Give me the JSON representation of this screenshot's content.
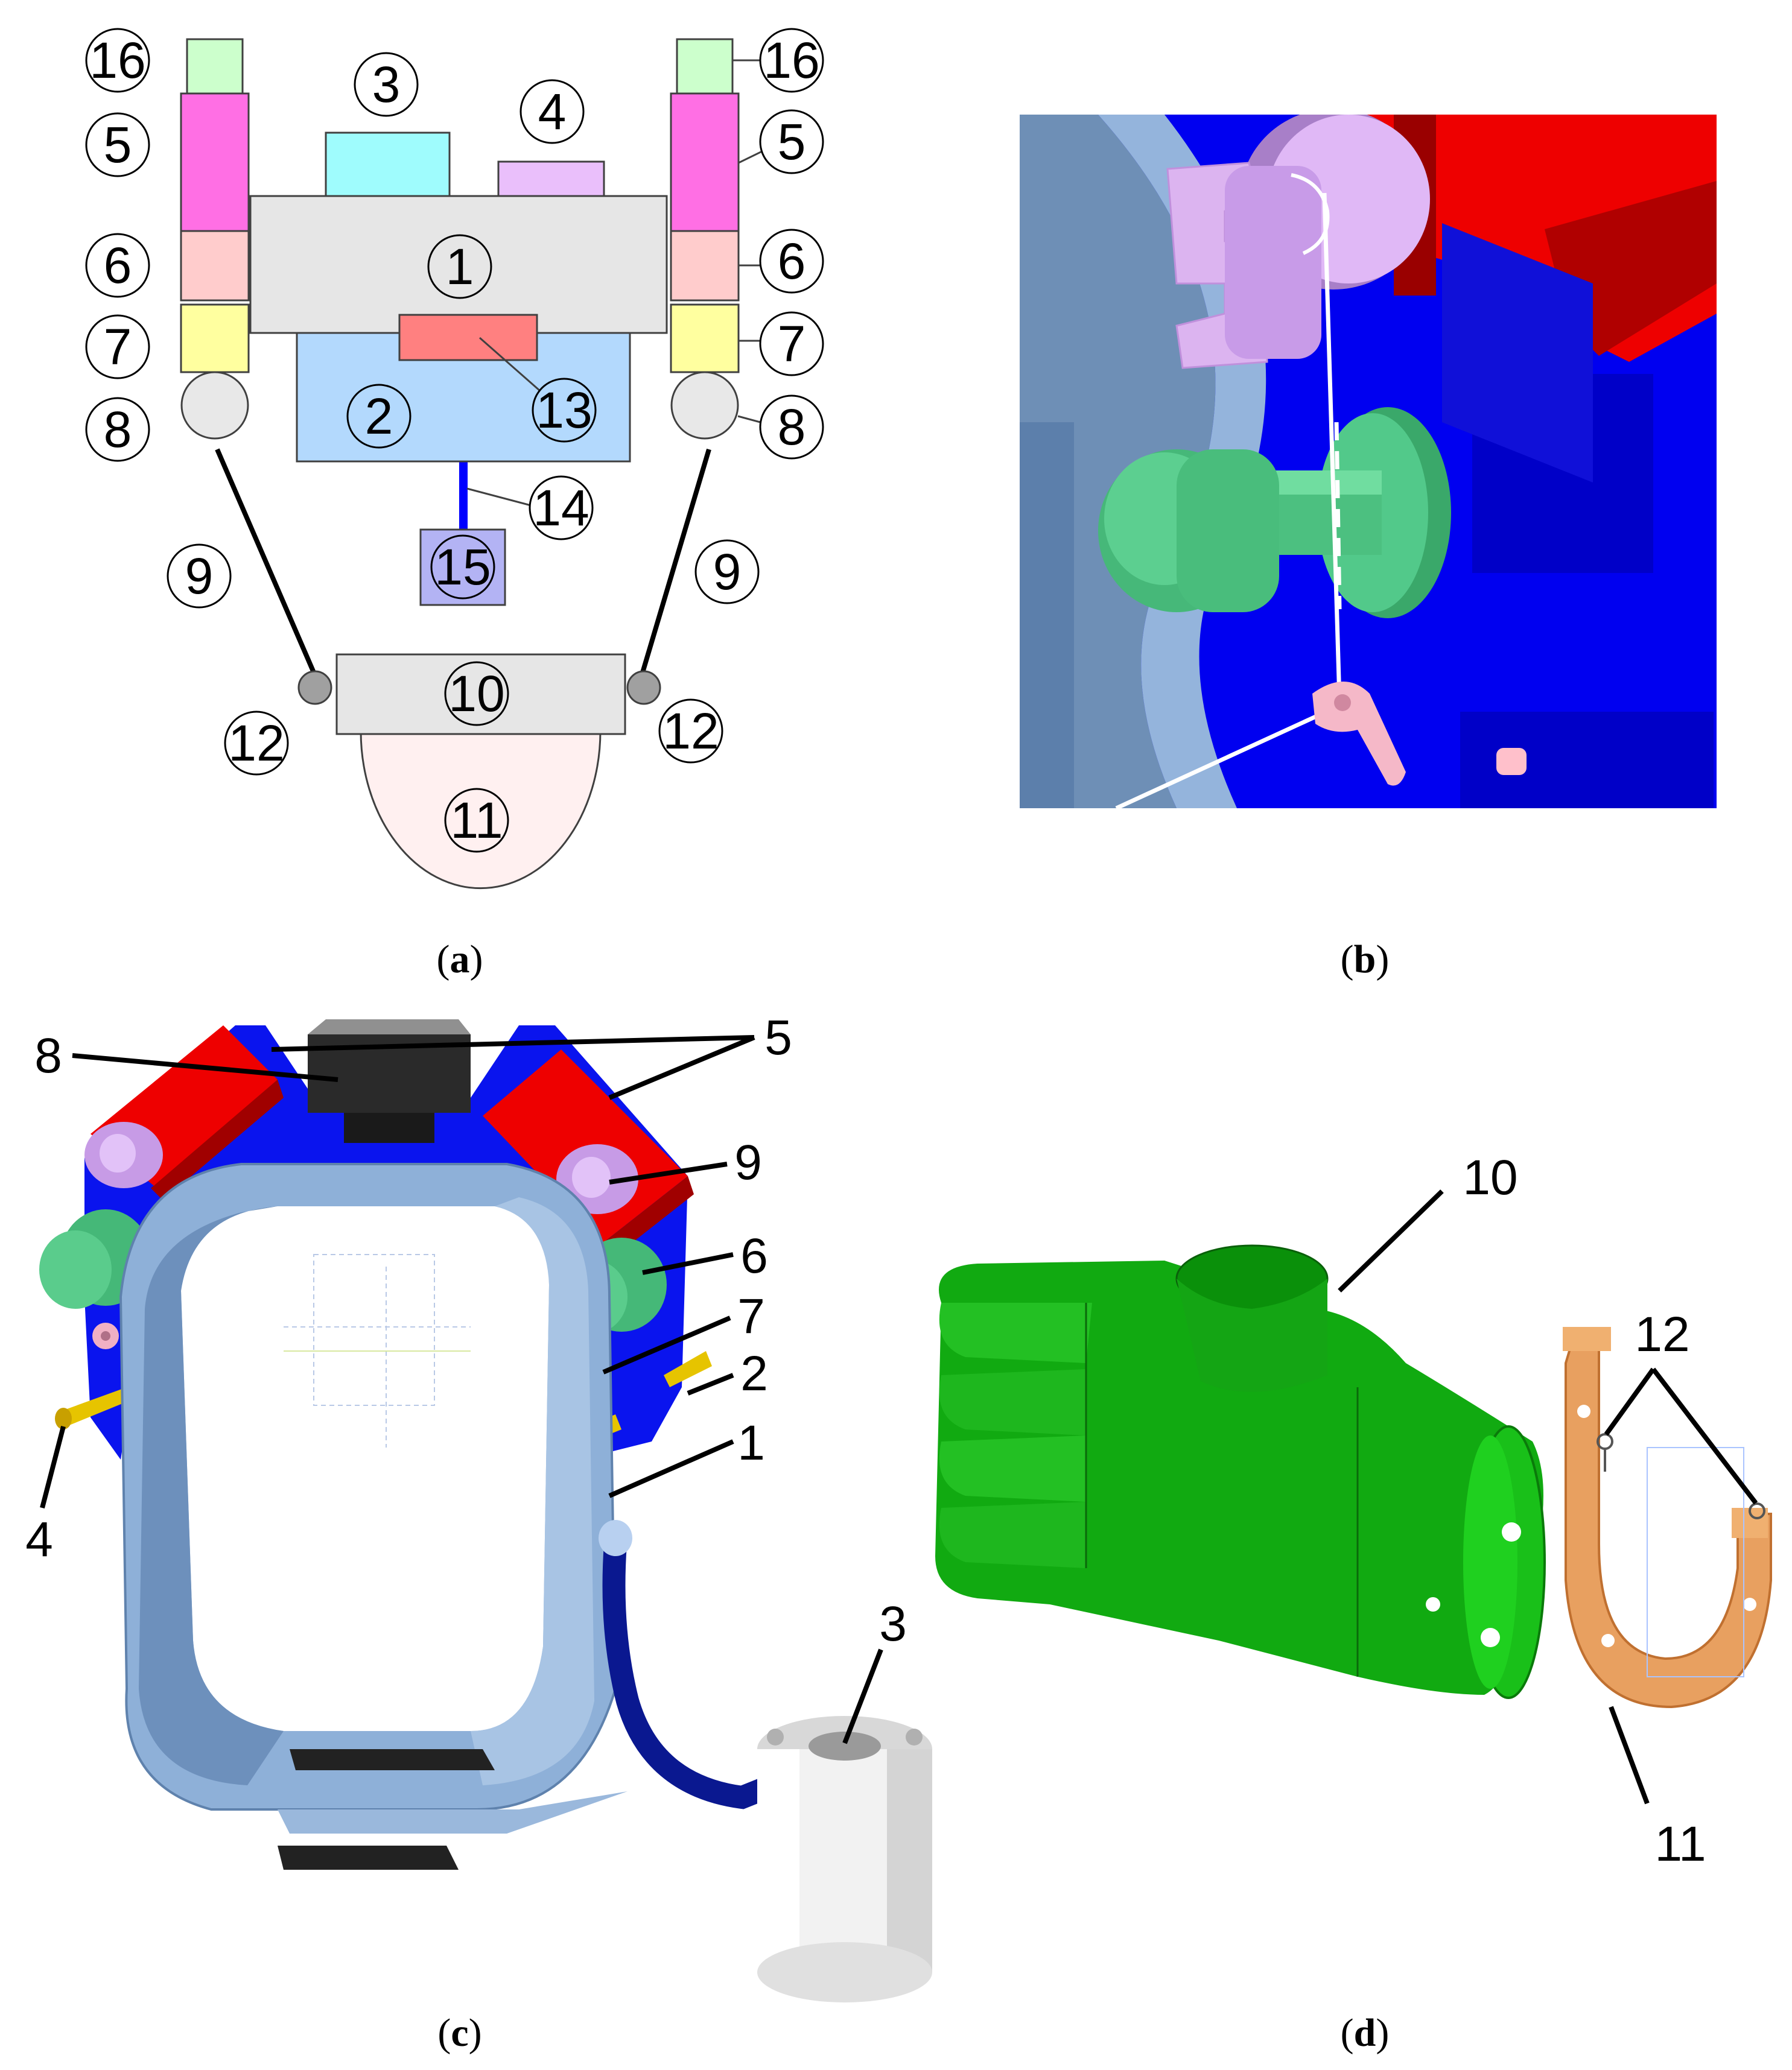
{
  "captions": {
    "a": "a",
    "b": "b",
    "c": "c",
    "d": "d"
  },
  "panel_a": {
    "labels": [
      "1",
      "2",
      "3",
      "4",
      "5",
      "6",
      "7",
      "8",
      "9",
      "10",
      "11",
      "12",
      "13",
      "14",
      "15",
      "16"
    ],
    "colors": {
      "body": "#e6e6e6",
      "block2": "#b3d9fd",
      "block3": "#9ffcfd",
      "block4": "#eabffb",
      "block5": "#ff6fe4",
      "block6": "#ffcccc",
      "block7": "#ffff9f",
      "block13": "#ff8080",
      "block15": "#b3b3f4",
      "block16": "#ccffcc",
      "block11": "#fff0f0",
      "joint": "#e8e8e8",
      "pin12": "#a0a0a0"
    }
  },
  "panel_c": {
    "callouts": [
      "8",
      "5",
      "5",
      "9",
      "6",
      "7",
      "2",
      "1",
      "4",
      "3"
    ]
  },
  "panel_d": {
    "callouts": [
      "10",
      "12",
      "11"
    ]
  }
}
